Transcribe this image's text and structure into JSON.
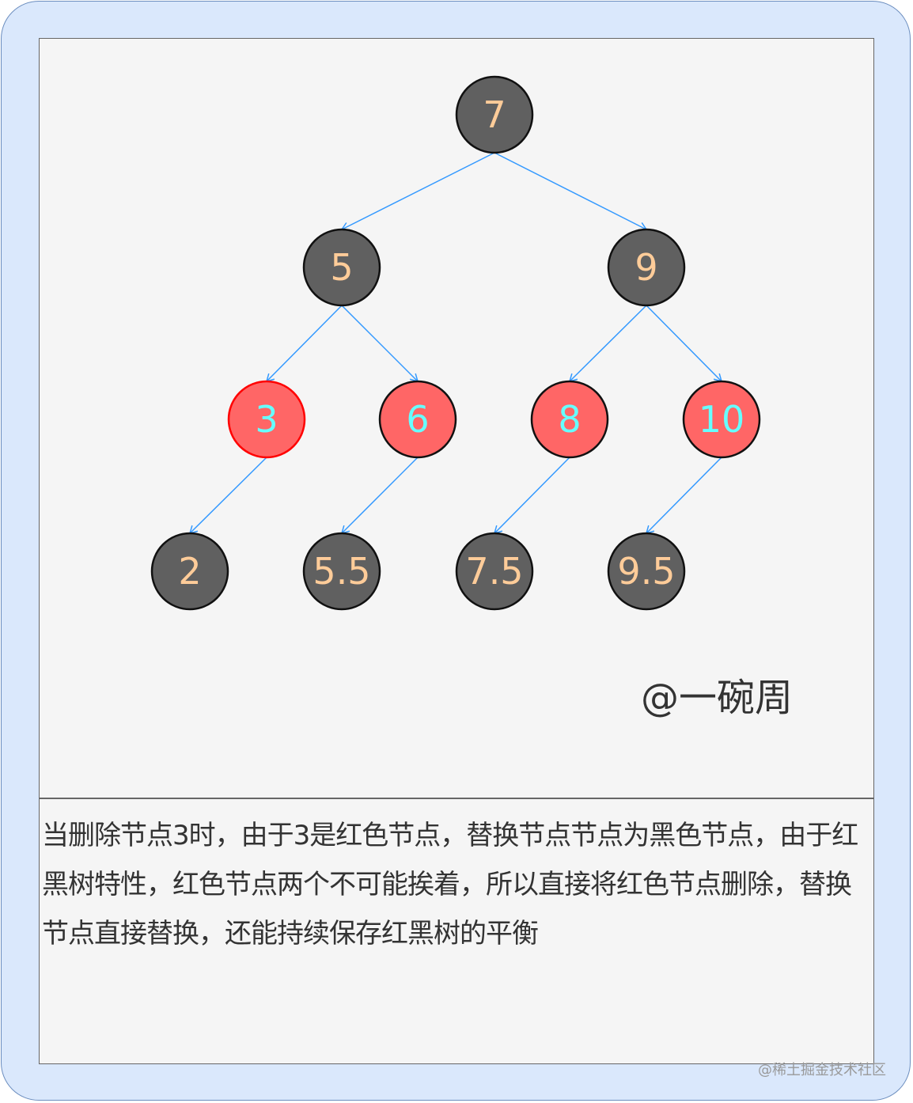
{
  "colors": {
    "black_node": "#606060",
    "red_node": "#ff6666",
    "black_label": "#ffcc99",
    "red_label": "#66ffff",
    "edge": "#3399ff",
    "background": "#dae8fc",
    "panel": "#f5f5f5"
  },
  "nodes": [
    {
      "id": "n7",
      "label": "7",
      "color": "black"
    },
    {
      "id": "n5",
      "label": "5",
      "color": "black"
    },
    {
      "id": "n9",
      "label": "9",
      "color": "black"
    },
    {
      "id": "n3",
      "label": "3",
      "color": "red"
    },
    {
      "id": "n6",
      "label": "6",
      "color": "red"
    },
    {
      "id": "n8",
      "label": "8",
      "color": "red"
    },
    {
      "id": "n10",
      "label": "10",
      "color": "red"
    },
    {
      "id": "n2",
      "label": "2",
      "color": "black"
    },
    {
      "id": "n5_5",
      "label": "5.5",
      "color": "black"
    },
    {
      "id": "n7_5",
      "label": "7.5",
      "color": "black"
    },
    {
      "id": "n9_5",
      "label": "9.5",
      "color": "black"
    }
  ],
  "edges": [
    [
      "n7",
      "n5"
    ],
    [
      "n7",
      "n9"
    ],
    [
      "n5",
      "n3"
    ],
    [
      "n5",
      "n6"
    ],
    [
      "n9",
      "n8"
    ],
    [
      "n9",
      "n10"
    ],
    [
      "n3",
      "n2"
    ],
    [
      "n6",
      "n5_5"
    ],
    [
      "n8",
      "n7_5"
    ],
    [
      "n10",
      "n9_5"
    ]
  ],
  "signature": "@一碗周",
  "description": "当删除节点3时，由于3是红色节点，替换节点节点为黑色节点，由于红黑树特性，红色节点两个不可能挨着，所以直接将红色节点删除，替换节点直接替换，还能持续保存红黑树的平衡",
  "watermark": "@稀土掘金技术社区"
}
